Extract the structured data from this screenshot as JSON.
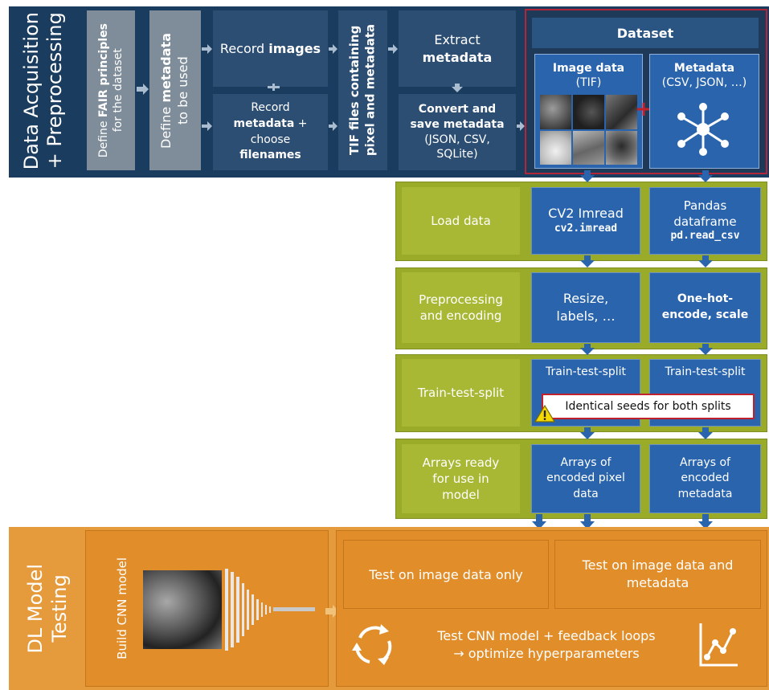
{
  "colors": {
    "navy": "#1a3c5e",
    "step_blue": "#2d4e73",
    "olive": "#9aab2a",
    "blue": "#2a64ad",
    "orange": "#e08d2a",
    "arrow": "#2a64ad",
    "dataset_border": "#b3263a",
    "plus": "#c0212d"
  },
  "acq": {
    "title_line1": "Data Acquisition",
    "title_line2": "+ Preprocessing",
    "fair_pre": "Define ",
    "fair_bold": "FAIR principles",
    "fair_post": "for the dataset",
    "meta_pre": "Define ",
    "meta_bold": "metadata",
    "meta_post": "to be used",
    "record_images_pre": "Record ",
    "record_images_bold": "images",
    "record_meta_pre": "Record",
    "record_meta_bold": "metadata",
    "record_meta_plus": " +",
    "record_meta_choose": "choose",
    "record_meta_filenames": "filenames",
    "tif_line1": "TIF files containing",
    "tif_line2": "pixel and metadata",
    "extract_pre": "Extract",
    "extract_bold": "metadata",
    "convert_bold1": "Convert and",
    "convert_bold2": "save metadata",
    "convert_l3": "(JSON, CSV,",
    "convert_l4": "SQLite)"
  },
  "dataset": {
    "title": "Dataset",
    "image_bold": "Image data",
    "image_sub": "(TIF)",
    "meta_bold": "Metadata",
    "meta_sub": "(CSV, JSON, …)",
    "plus_symbol": "+",
    "network_icon": "network-node-icon"
  },
  "pipeline": {
    "rows": [
      {
        "label": "Load data",
        "left_line1": "CV2 Imread",
        "left_code": "cv2.imread",
        "right_line1": "Pandas",
        "right_line2": "dataframe",
        "right_code": "pd.read_csv"
      },
      {
        "label_l1": "Preprocessing",
        "label_l2": "and encoding",
        "left_l1": "Resize,",
        "left_l2": "labels, …",
        "right_l1": "One-hot-",
        "right_l2": "encode, scale"
      },
      {
        "label": "Train-test-split",
        "left": "Train-test-split",
        "right": "Train-test-split",
        "note": "Identical seeds for both splits",
        "warning_icon": "warning-icon"
      },
      {
        "label_l1": "Arrays ready",
        "label_l2": "for use in",
        "label_l3": "model",
        "left_l1": "Arrays of",
        "left_l2": "encoded pixel",
        "left_l3": "data",
        "right_l1": "Arrays of",
        "right_l2": "encoded",
        "right_l3": "metadata"
      }
    ]
  },
  "dl": {
    "title_line1": "DL Model",
    "title_line2": "Testing",
    "build": "Build CNN model",
    "test_image_only": "Test on image data only",
    "test_both_l1": "Test on image data and",
    "test_both_l2": "metadata",
    "loop_l1": "Test CNN model + feedback loops",
    "loop_l2": "→ optimize hyperparameters",
    "cycle_icon": "cycle-arrows-icon",
    "chart_icon": "line-chart-icon"
  }
}
